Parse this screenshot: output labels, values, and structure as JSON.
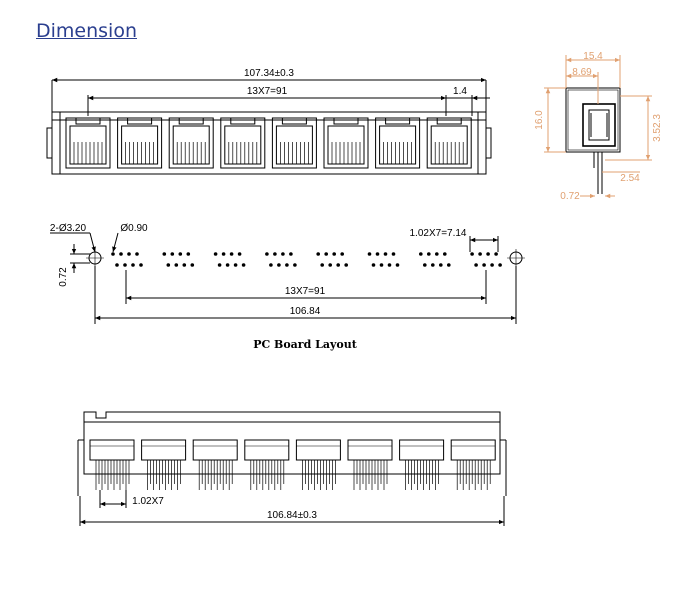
{
  "page": {
    "heading": "Dimension",
    "heading_color": "#2b3f8f",
    "accent_dim_color": "#e0a070"
  },
  "front_view": {
    "overall_length": "107.34±0.3",
    "port_pitch": "13X7=91",
    "offset": "1.4",
    "port_count": 8
  },
  "side_view": {
    "width": "15.4",
    "inner_width": "8.69",
    "height": "16.0",
    "lead_length": "3.52.3",
    "pin_spacing": "2.54",
    "pin_offset": "0.72"
  },
  "pcb_layout": {
    "mounting_holes": "2-Ø3.20",
    "pin_hole": "Ø0.90",
    "pin_pitch": "1.02X7=7.14",
    "row_offset": "0.72",
    "port_pitch": "13X7=91",
    "hole_spacing": "106.84",
    "caption": "PC Board Layout"
  },
  "bottom_view": {
    "pin_pitch": "1.02X7",
    "overall_length": "106.84±0.3"
  }
}
